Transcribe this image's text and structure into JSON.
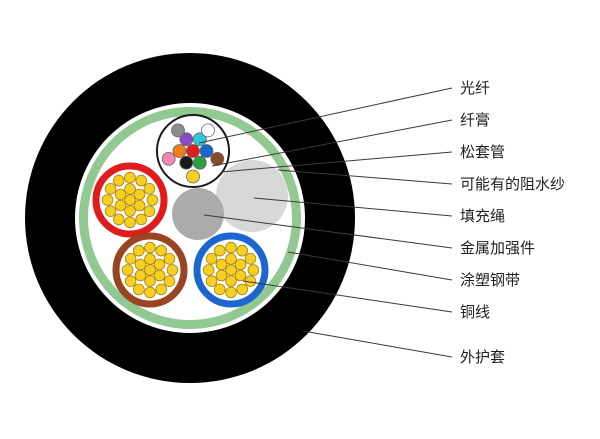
{
  "colors": {
    "background": "#ffffff",
    "outer_sheath": "#000000",
    "sheath_gap": "#ffffff",
    "steel_tape": "#92c892",
    "inner_fill": "#ffffff",
    "loose_tube_outline": "#1a1a1a",
    "loose_tube_fill": "#ffffff",
    "red_tube": "#e01d1d",
    "brown_tube": "#994422",
    "blue_tube": "#1b67cf",
    "tube_fill": "#ffffff",
    "copper_wire_fill": "#f5d020",
    "copper_wire_stroke": "#a8811c",
    "filler_rope": "#d8d8d8",
    "strength_member": "#ababab",
    "leader_line": "#3a3a3a",
    "label_text": "#222222"
  },
  "fiber_colors": [
    "#e01d1d",
    "#1565d0",
    "#2f9e3f",
    "#1a1a1a",
    "#f07d1a",
    "#8a4ac8",
    "#30c8d8",
    "#f5d020",
    "#f08ab4",
    "#8c8c8c",
    "#ffffff",
    "#8a4a2a"
  ],
  "labels": [
    {
      "id": "optical-fiber",
      "text": "光纤"
    },
    {
      "id": "fiber-gel",
      "text": "纤膏"
    },
    {
      "id": "loose-tube",
      "text": "松套管"
    },
    {
      "id": "water-blocking-yarn",
      "text": "可能有的阻水纱"
    },
    {
      "id": "filler-rope",
      "text": "填充绳"
    },
    {
      "id": "metal-strength-member",
      "text": "金属加强件"
    },
    {
      "id": "coated-steel-tape",
      "text": "涂塑钢带"
    },
    {
      "id": "copper-wire",
      "text": "铜线"
    },
    {
      "id": "outer-sheath",
      "text": "外护套"
    }
  ]
}
